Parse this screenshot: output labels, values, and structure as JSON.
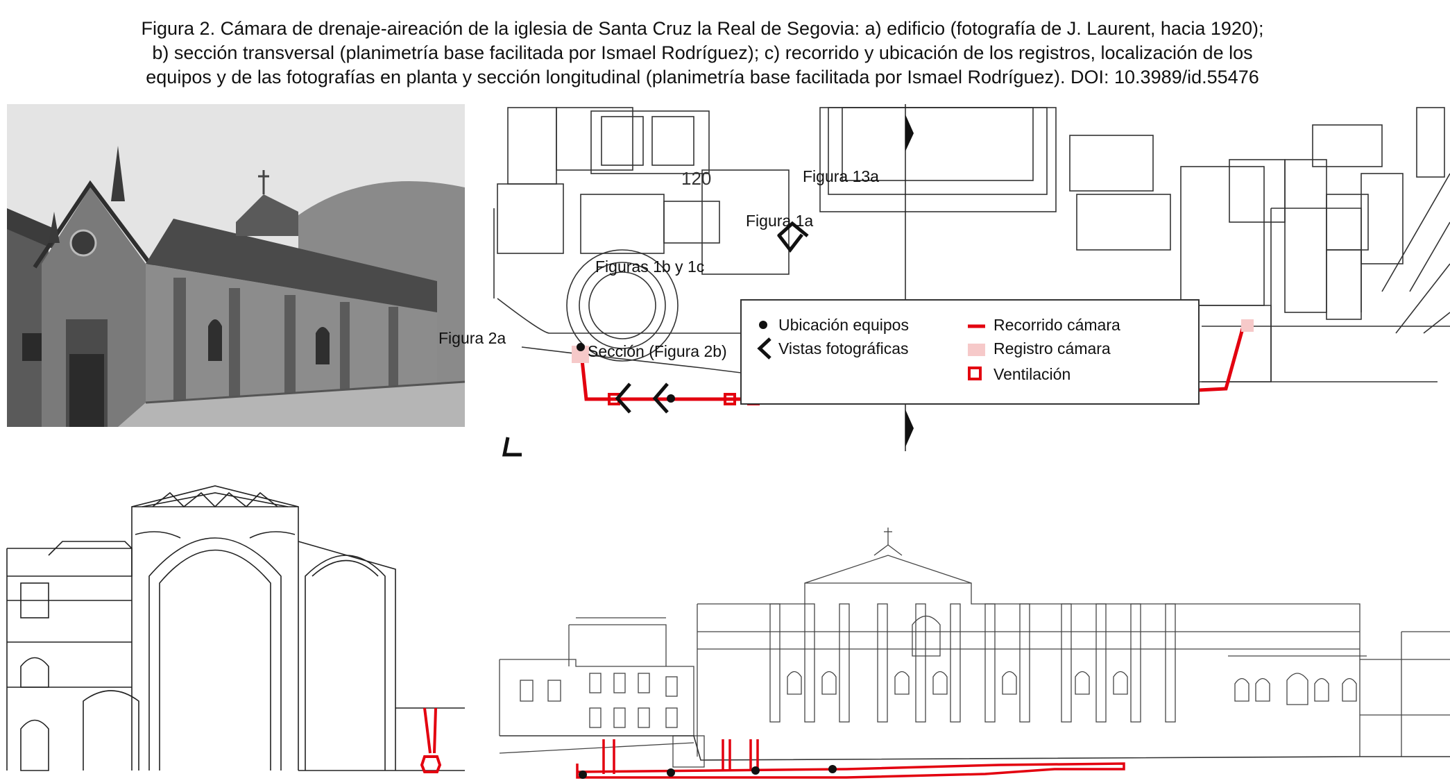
{
  "caption": {
    "line1": "Figura 2. Cámara de drenaje-aireación de la iglesia de Santa Cruz la Real de Segovia: a) edificio (fotografía de J. Laurent, hacia 1920);",
    "line2": "b) sección transversal (planimetría base facilitada por Ismael Rodríguez); c) recorrido y ubicación de los registros, localización de los",
    "line3": "equipos y de las fotografías en planta y sección longitudinal (planimetría base facilitada por Ismael Rodríguez). DOI: 10.3989/id.55476"
  },
  "plan": {
    "room_number": "120",
    "labels": {
      "fig13a": "Figura 13a",
      "fig1a": "Figura 1a",
      "fig1b1c": "Figuras 1b y 1c",
      "fig2a": "Figura 2a",
      "section": "Sección (Figura 2b)"
    },
    "legend": {
      "equipos": "Ubicación equipos",
      "vistas": "Vistas fotográficas",
      "recorrido": "Recorrido cámara",
      "registro": "Registro cámara",
      "ventilacion": "Ventilación"
    }
  },
  "colors": {
    "route": "#e3000f",
    "registro": "#f6c9c9",
    "line": "#333333",
    "photo_sky": "#e6e6e6",
    "photo_stone": "#6f6f6f"
  }
}
